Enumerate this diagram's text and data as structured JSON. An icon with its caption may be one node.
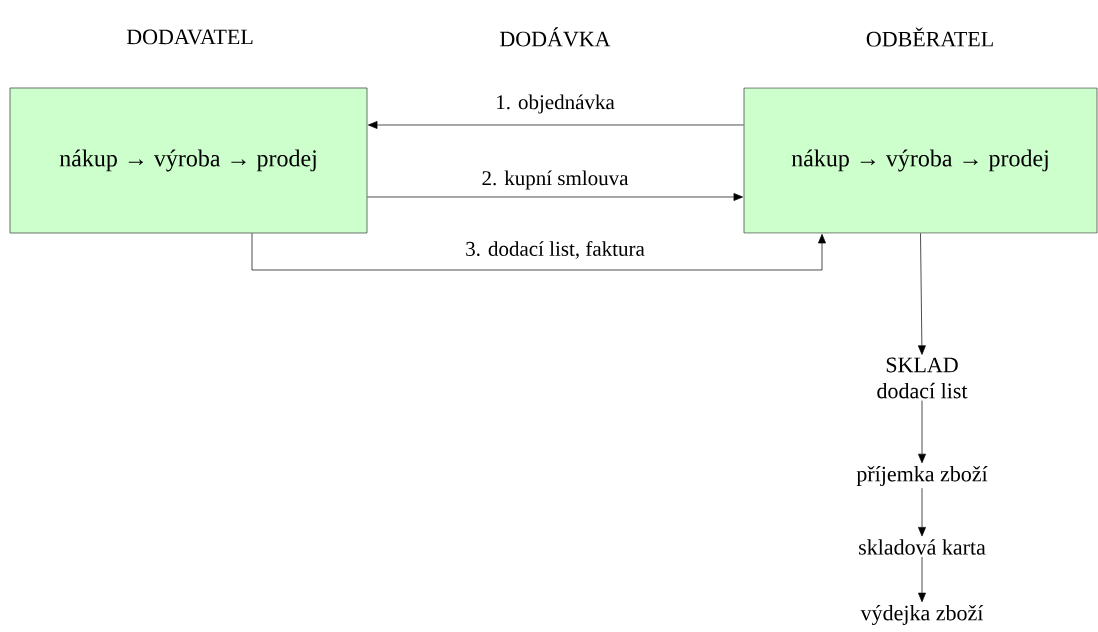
{
  "diagram": {
    "nodes": [
      {
        "text": [
          "nákup → výroba → prodej"
        ]
      },
      {
        "text": [
          "nákup → výroba → prodej"
        ]
      },
      {
        "text": [
          "SKLAD",
          "dodací list"
        ]
      },
      {
        "text": [
          "příjemka zboží"
        ]
      },
      {
        "text": [
          "skladová karta"
        ]
      },
      {
        "text": [
          "výdejka zboží"
        ]
      }
    ],
    "edges": [
      {
        "from": 1,
        "to": 0,
        "arrow": "to",
        "label": "1. objednávka"
      },
      {
        "from": 0,
        "to": 1,
        "arrow": "to",
        "label": "2. kupní smlouva"
      },
      {
        "from": 0,
        "to": 1,
        "arrow": "to",
        "label": "3. dodací list, faktura"
      },
      {
        "from": 1,
        "to": 2,
        "arrow": "to"
      },
      {
        "from": 2,
        "to": 3,
        "arrow": "to"
      },
      {
        "from": 3,
        "to": 4,
        "arrow": "to"
      },
      {
        "from": 4,
        "to": 5,
        "arrow": "to"
      }
    ],
    "labels": [
      "DODAVATEL",
      "DODÁVKA",
      "ODBĚRATEL"
    ]
  }
}
